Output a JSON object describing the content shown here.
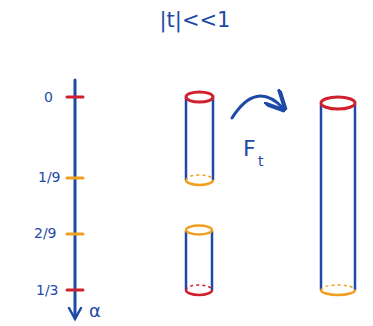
{
  "diagram": {
    "title": "|t|<<1",
    "labels": [
      "0",
      "1/9",
      "2/9",
      "1/3",
      "α",
      "F",
      "t"
    ]
  }
}
